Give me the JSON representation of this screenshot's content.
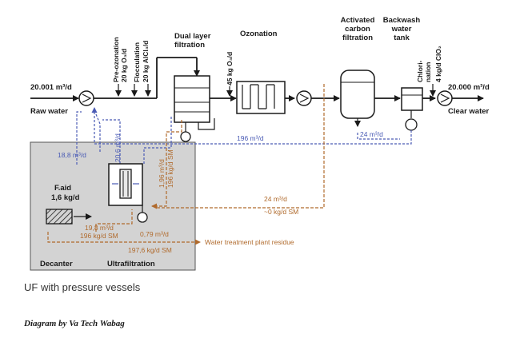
{
  "inlet": {
    "flow": "20.001 m³/d",
    "label": "Raw water"
  },
  "outlet": {
    "flow": "20.000 m³/d",
    "label": "Clear water"
  },
  "dosing": {
    "preozonation": [
      "Pre-ozonation",
      "20 kg O₃/d"
    ],
    "flocculation": [
      "Flocculation",
      "20 kg AlCl₃/d"
    ],
    "ozone": "45 kg O₃/d",
    "chlorination": [
      "Chlori-",
      "nation",
      "4 kg/d ClO₂"
    ]
  },
  "stages": {
    "dual_layer": [
      "Dual layer",
      "filtration"
    ],
    "ozonation": "Ozonation",
    "activated_carbon": [
      "Activated",
      "carbon",
      "filtration"
    ],
    "backwash": [
      "Backwash",
      "water",
      "tank"
    ],
    "decanter": "Decanter",
    "ultrafiltration": "Ultrafiltration"
  },
  "flows": {
    "backwash_return": "196 m³/d",
    "carbon_backwash": "24 m³/d",
    "uf_return": "18,8 m³/d",
    "uf_feed": "20,6 m³/d",
    "dual_layer_sludge": [
      "1,96 m³/d",
      "196 kg/d SM"
    ],
    "carbon_sludge": [
      "24 m³/d",
      "~0 kg/d SM"
    ],
    "decanter_feed": [
      "19,8 m³/d",
      "196 kg/d SM"
    ],
    "residue": [
      "0,79 m³/d",
      "197,6 kg/d SM"
    ],
    "residue_label": "Water treatment plant residue"
  },
  "flocculant": [
    "F.aid",
    "1,6 kg/d"
  ],
  "caption": "UF with pressure vessels",
  "credit": "Diagram by Va Tech Wabag",
  "colors": {
    "blue": "#4a5bb5",
    "brown": "#b06a2c",
    "panel": "#d3d3d3",
    "line": "#1a1a1a"
  }
}
